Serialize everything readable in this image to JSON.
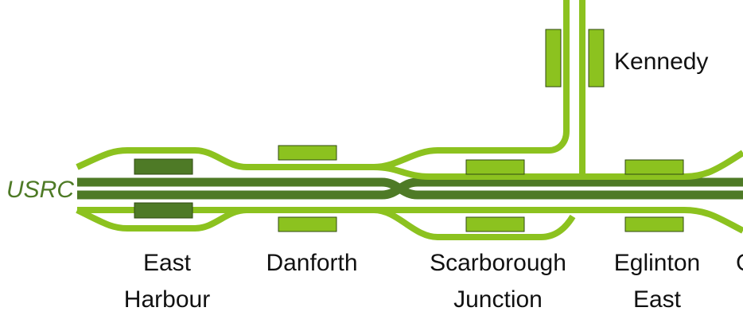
{
  "colors": {
    "light_track": "#8cc21f",
    "dark_track": "#4e7a26",
    "platform_fill": "#8cc21f",
    "platform_fill_dark": "#4e7a26",
    "platform_stroke": "#2f4a10",
    "label_usrc": "#4e7a26",
    "station_label": "#111111",
    "background": "#ffffff"
  },
  "corridor_label": "USRC",
  "stations": {
    "kennedy": {
      "name": "Kennedy"
    },
    "east_harbour": {
      "line1": "East",
      "line2": "Harbour"
    },
    "danforth": {
      "name": "Danforth"
    },
    "scarborough_junction": {
      "line1": "Scarborough",
      "line2": "Junction"
    },
    "eglinton_east": {
      "line1": "Eglinton",
      "line2": "East"
    },
    "cut_off": {
      "fragment": "G"
    }
  }
}
